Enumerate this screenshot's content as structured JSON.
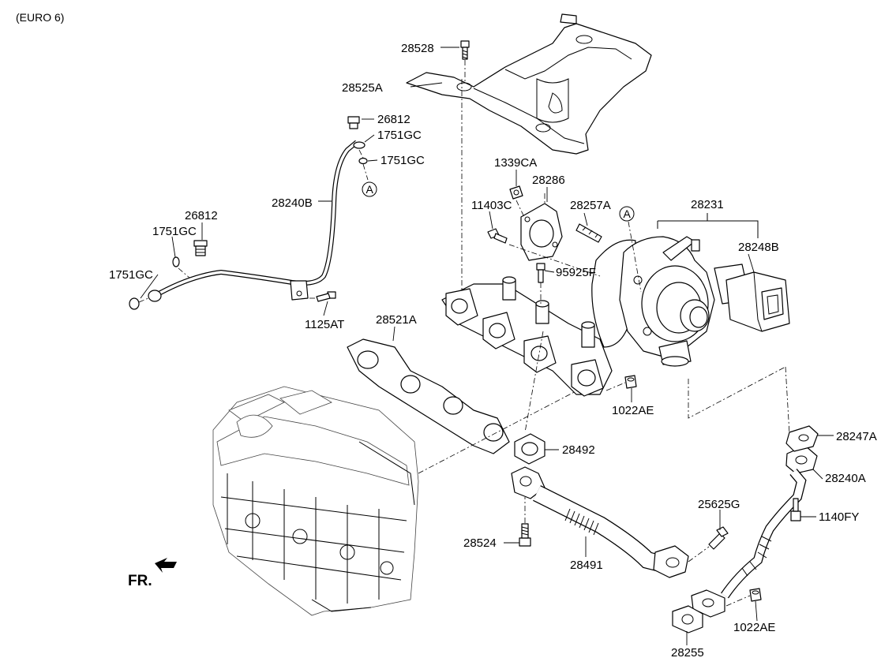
{
  "header": {
    "variant": "(EURO 6)"
  },
  "direction_marker": {
    "label": "FR."
  },
  "reference_marker": "A",
  "colors": {
    "ink": "#000000",
    "paper": "#ffffff"
  },
  "parts": {
    "p28528": "28528",
    "p28525A": "28525A",
    "p26812_top": "26812",
    "p1751GC_top1": "1751GC",
    "p1751GC_top2": "1751GC",
    "p28240B": "28240B",
    "p26812_left": "26812",
    "p1751GC_left1": "1751GC",
    "p1751GC_left2": "1751GC",
    "p1125AT": "1125AT",
    "p1339CA": "1339CA",
    "p28286": "28286",
    "p11403C": "11403C",
    "p28257A": "28257A",
    "p95925F": "95925F",
    "p28231": "28231",
    "p28248B": "28248B",
    "p28521A": "28521A",
    "p1022AE_mid": "1022AE",
    "p28492": "28492",
    "p28247A": "28247A",
    "p28240A": "28240A",
    "p25625G": "25625G",
    "p1140FY": "1140FY",
    "p28524": "28524",
    "p28491": "28491",
    "p1022AE_bot": "1022AE",
    "p28255": "28255"
  }
}
